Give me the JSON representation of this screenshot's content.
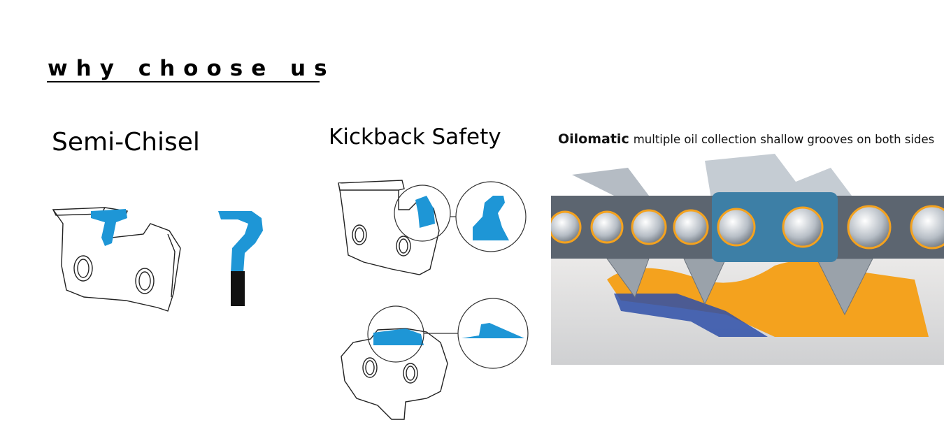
{
  "heading": "why choose us",
  "sections": {
    "semi_chisel": {
      "title": "Semi-Chisel"
    },
    "kickback": {
      "title": "Kickback Safety"
    },
    "oilomatic": {
      "brand": "Oilomatic",
      "caption": "multiple oil collection shallow grooves on both sides"
    }
  },
  "colors": {
    "accent_blue": "#1e96d6",
    "outline": "#222222",
    "oil_orange": "#f4a21e",
    "steel_blue": "#3d7fa6",
    "link_gray": "#8c96a0"
  }
}
